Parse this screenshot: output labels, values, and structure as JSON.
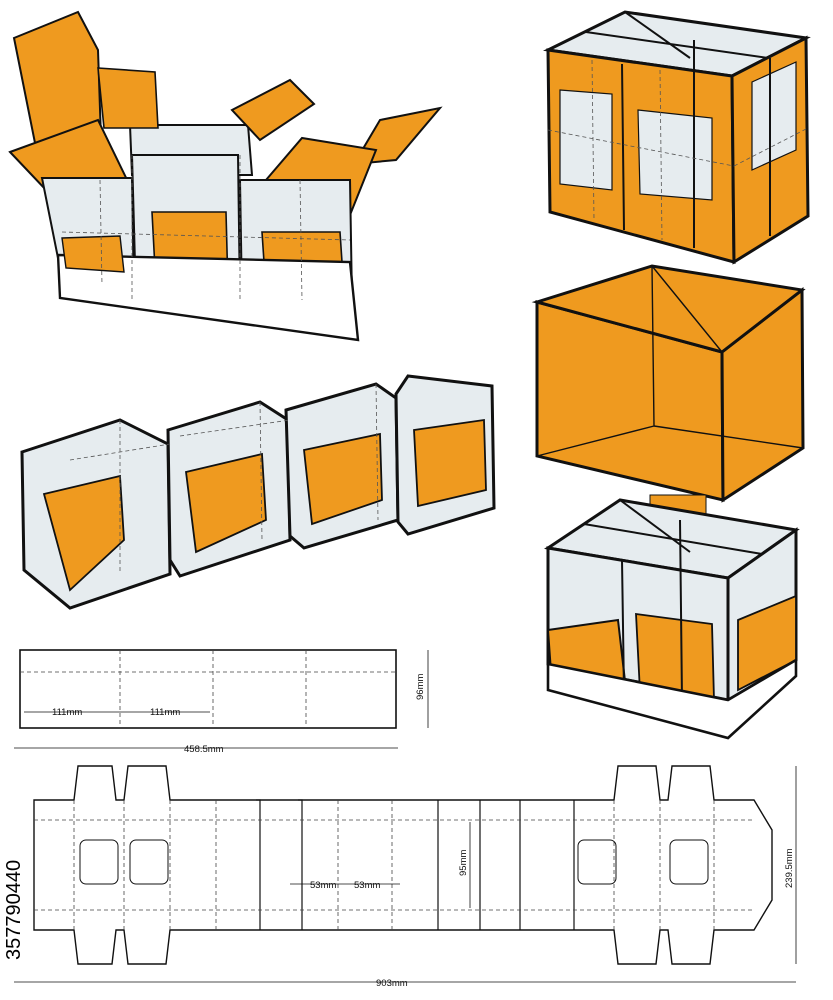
{
  "flat_panel": {
    "width_label_1": "111mm",
    "width_label_2": "111mm",
    "height_label": "96mm",
    "total_label": "458.5mm"
  },
  "dieline": {
    "stock_id": "357790440",
    "inner_label_left": "53mm",
    "inner_label_right": "53mm",
    "window_height_label": "95mm",
    "total_height_label": "239.5mm",
    "total_width_label": "903mm"
  },
  "colors": {
    "orange": "#ef9a1f",
    "orange_dark": "#d88412",
    "board": "#e6ecef",
    "board_shade": "#c9d3d9",
    "outline": "#111111"
  },
  "icons": {
    "stock_brand": "stock-watermark-icon"
  }
}
